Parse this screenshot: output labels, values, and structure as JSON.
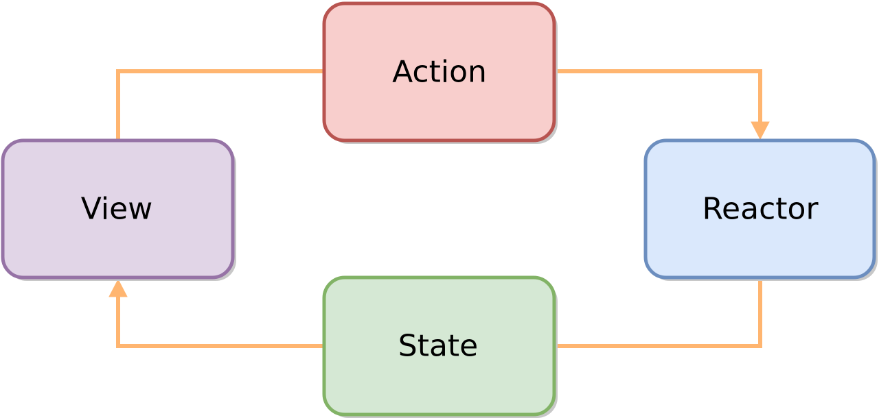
{
  "nodes": {
    "action": {
      "label": "Action",
      "fill": "#f8cecc",
      "stroke": "#b85450"
    },
    "reactor": {
      "label": "Reactor",
      "fill": "#dae8fc",
      "stroke": "#6c8ebf"
    },
    "state": {
      "label": "State",
      "fill": "#d5e8d4",
      "stroke": "#82b366"
    },
    "view": {
      "label": "View",
      "fill": "#e1d5e7",
      "stroke": "#9673a6"
    }
  },
  "edges": [
    {
      "from": "action",
      "to": "reactor"
    },
    {
      "from": "reactor",
      "to": "state"
    },
    {
      "from": "state",
      "to": "view"
    },
    {
      "from": "view",
      "to": "action"
    }
  ],
  "edge_color": "#ffb570"
}
